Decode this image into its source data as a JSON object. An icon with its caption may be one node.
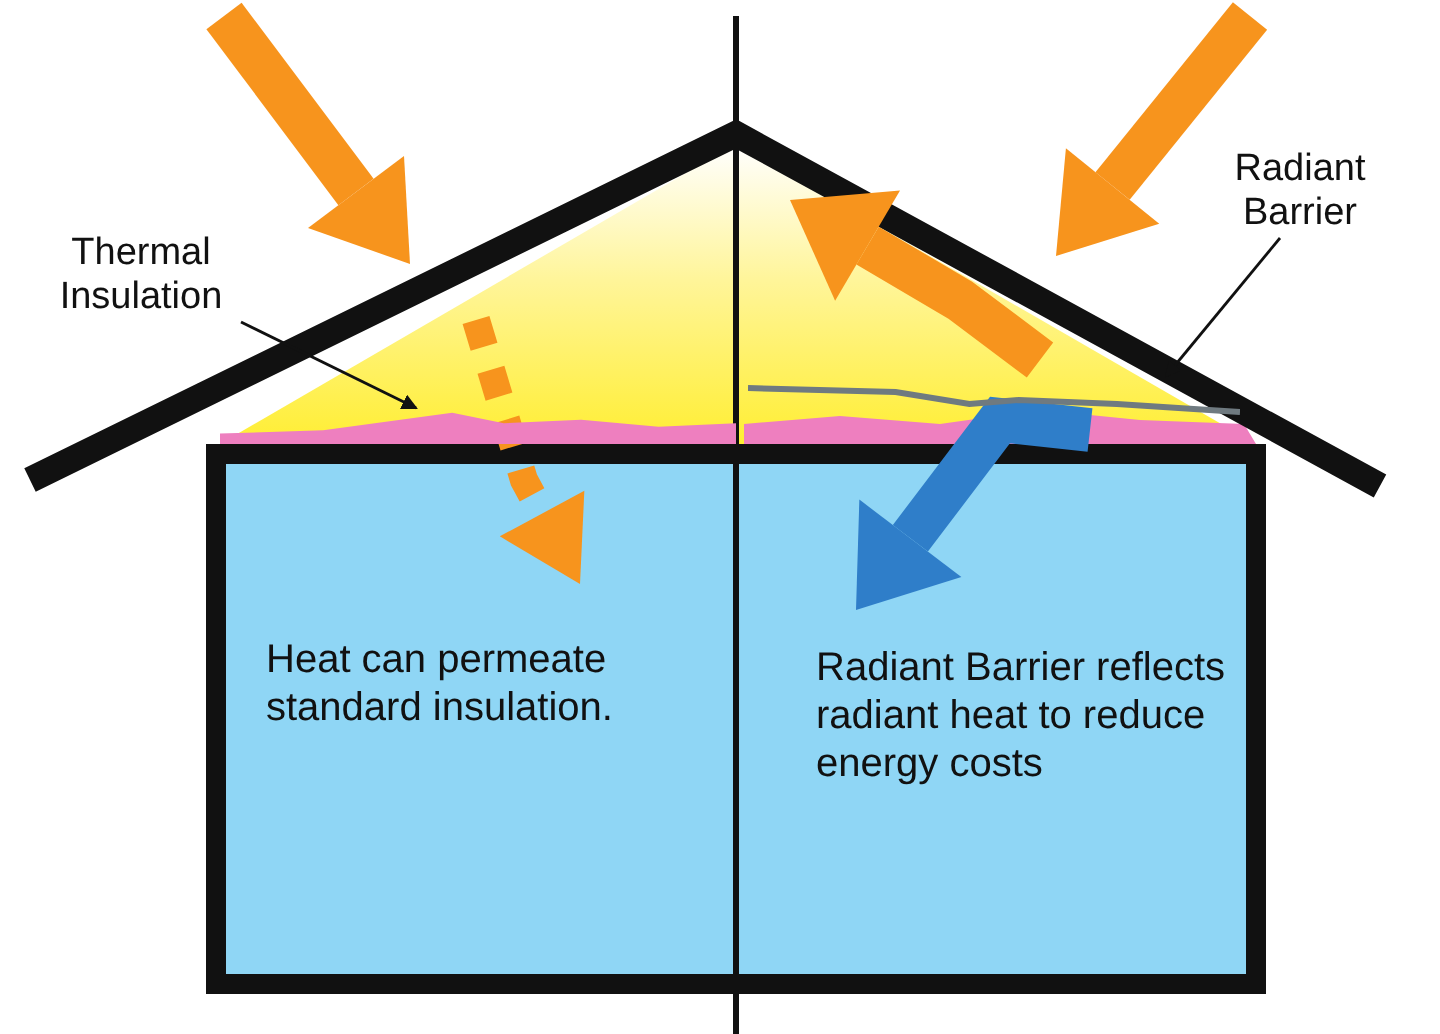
{
  "diagram": {
    "nodes": [
      {
        "text": [
          "Thermal Insulation"
        ]
      },
      {
        "text": [],
        "shape": "bar"
      },
      {
        "text": [
          "Radiant Barrier"
        ]
      },
      {
        "text": [],
        "shape": "bar"
      }
    ],
    "edges": [
      {
        "from": 0,
        "to": 1,
        "arrow": "to"
      },
      {
        "from": 2,
        "to": 3,
        "arrow": "to"
      }
    ],
    "labels": [
      "Heat can permeate standard insulation.",
      "Radiant Barrier reflects radiant heat to reduce energy costs"
    ]
  }
}
